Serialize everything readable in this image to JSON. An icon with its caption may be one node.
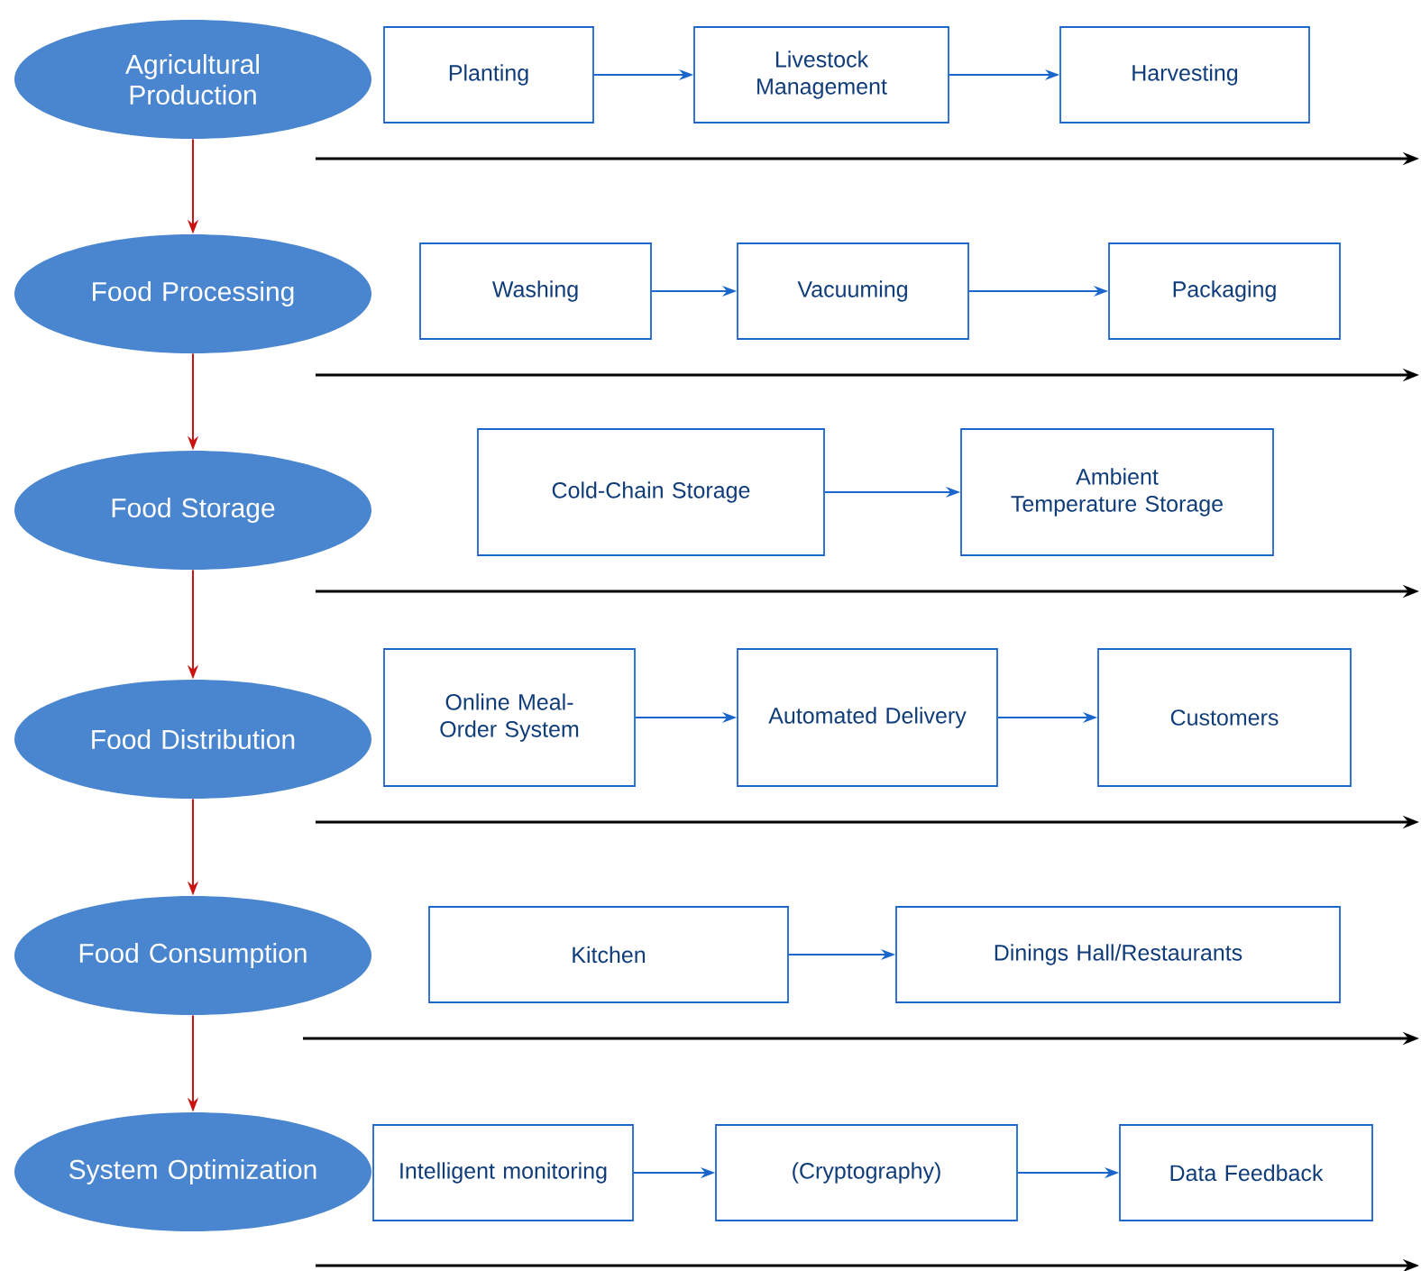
{
  "diagram": {
    "nodes": [
      {
        "text": [
          "Agricultural Production"
        ]
      },
      {
        "text": [
          "Planting"
        ]
      },
      {
        "text": [
          "Livestock Management"
        ]
      },
      {
        "text": [
          "Harvesting"
        ]
      },
      {
        "text": [
          "Food Processing"
        ]
      },
      {
        "text": [
          "Washing"
        ]
      },
      {
        "text": [
          "Vacuuming"
        ]
      },
      {
        "text": [
          "Packaging"
        ]
      },
      {
        "text": [
          "Food Storage"
        ]
      },
      {
        "text": [
          "Cold-Chain Storage"
        ]
      },
      {
        "text": [
          "Ambient Temperature Storage"
        ]
      },
      {
        "text": [
          "Food Distribution"
        ]
      },
      {
        "text": [
          "Online Meal-Order System"
        ]
      },
      {
        "text": [
          "Automated Delivery"
        ]
      },
      {
        "text": [
          "Customers"
        ]
      },
      {
        "text": [
          "Food Consumption"
        ]
      },
      {
        "text": [
          "Kitchen"
        ]
      },
      {
        "text": [
          "Dinings Hall/Restaurants"
        ]
      },
      {
        "text": [
          "System Optimization"
        ]
      },
      {
        "text": [
          "Intelligent monitoring"
        ]
      },
      {
        "text": [
          "(Cryptography)"
        ]
      },
      {
        "text": [
          "Data Feedback"
        ]
      }
    ],
    "edges": [
      {
        "from": 0,
        "to": 4,
        "arrow": "to",
        "color": "#cc1111"
      },
      {
        "from": 4,
        "to": 8,
        "arrow": "to",
        "color": "#cc1111"
      },
      {
        "from": 8,
        "to": 11,
        "arrow": "to",
        "color": "#cc1111"
      },
      {
        "from": 11,
        "to": 15,
        "arrow": "to",
        "color": "#cc1111"
      },
      {
        "from": 15,
        "to": 18,
        "arrow": "to",
        "color": "#cc1111"
      },
      {
        "from": 1,
        "to": 2,
        "arrow": "to"
      },
      {
        "from": 2,
        "to": 3,
        "arrow": "to"
      },
      {
        "from": 5,
        "to": 6,
        "arrow": "to"
      },
      {
        "from": 6,
        "to": 7,
        "arrow": "to"
      },
      {
        "from": 9,
        "to": 10,
        "arrow": "to"
      },
      {
        "from": 12,
        "to": 13,
        "arrow": "to"
      },
      {
        "from": 13,
        "to": 14,
        "arrow": "to"
      },
      {
        "from": 16,
        "to": 17,
        "arrow": "to"
      },
      {
        "from": 19,
        "to": 20,
        "arrow": "to"
      },
      {
        "from": 20,
        "to": 21,
        "arrow": "to"
      }
    ]
  }
}
